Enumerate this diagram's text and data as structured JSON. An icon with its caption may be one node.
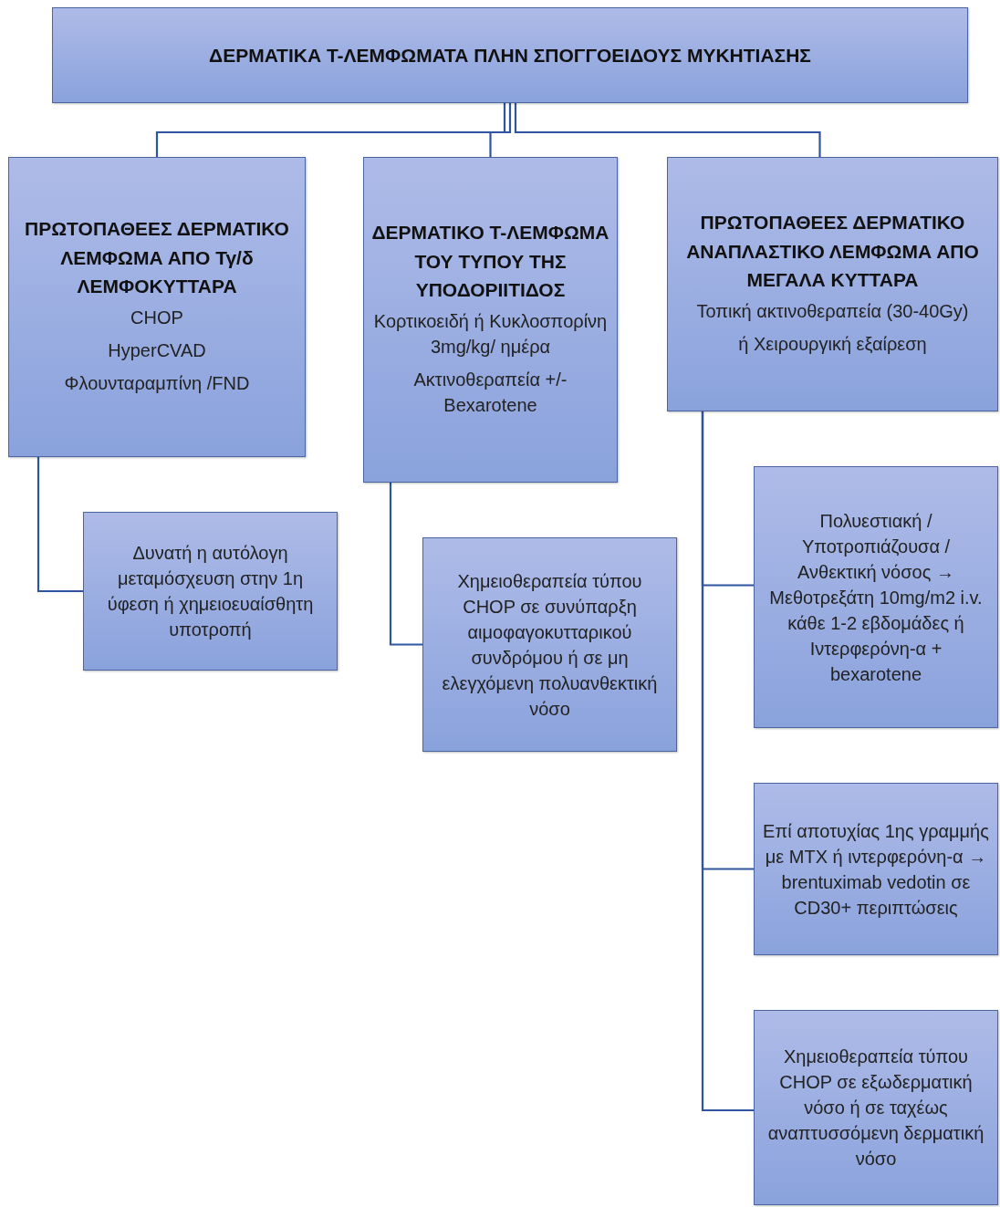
{
  "diagram": {
    "nodes": [
      {
        "text": [
          "ΔΕΡΜΑΤΙΚΑ Τ-ΛΕΜΦΩΜΑΤΑ ΠΛΗΝ ΣΠΟΓΓΟΕΙΔΟΥΣ ΜΥΚΗΤΙΑΣΗΣ"
        ]
      },
      {
        "text": [
          "ΠΡΩΤΟΠΑΘΕΕΣ ΔΕΡΜΑΤΙΚΟ ΛΕΜΦΩΜΑ ΑΠΟ Τγ/δ ΛΕΜΦΟΚΥΤΤΑΡΑ",
          "CHOP",
          "HyperCVAD",
          "Φλουνταραμπίνη /FND"
        ]
      },
      {
        "text": [
          "ΔΕΡΜΑΤΙΚΟ Τ-ΛΕΜΦΩΜΑ ΤΟΥ ΤΥΠΟΥ ΤΗΣ ΥΠΟΔΟΡΙΙΤΙΔΟΣ",
          "Κορτικοειδή ή Κυκλοσπορίνη 3mg/kg/ ημέρα",
          "Ακτινοθεραπεία +/- Bexarotene"
        ]
      },
      {
        "text": [
          "ΠΡΩΤΟΠΑΘΕΕΣ ΔΕΡΜΑΤΙΚΟ ΑΝΑΠΛΑΣΤΙΚΟ ΛΕΜΦΩΜΑ ΑΠΟ ΜΕΓΑΛΑ ΚΥΤΤΑΡΑ",
          "Τοπική ακτινοθεραπεία (30-40Gy)",
          "ή Χειρουργική εξαίρεση"
        ]
      },
      {
        "text": [
          "Δυνατή η αυτόλογη μεταμόσχευση στην 1η ύφεση ή χημειοευαίσθητη υποτροπή"
        ]
      },
      {
        "text": [
          "Χημειοθεραπεία τύπου CHOP σε συνύπαρξη αιμοφαγοκυτταρικού συνδρόμου ή σε μη ελεγχόμενη πολυανθεκτική νόσο"
        ]
      },
      {
        "text": [
          "Πολυεστιακή / Υποτροπιάζουσα / Ανθεκτική νόσος → Μεθοτρεξάτη 10mg/m2 i.v. κάθε 1-2 εβδομάδες ή Ιντερφερόνη-α + bexarotene"
        ]
      },
      {
        "text": [
          "Επί αποτυχίας 1ης γραμμής με MTX ή ιντερφερόνη-α → brentuximab vedotin σε CD30+ περιπτώσεις"
        ]
      },
      {
        "text": [
          "Χημειοθεραπεία τύπου CHOP σε εξωδερματική νόσο ή σε ταχέως αναπτυσσόμενη δερματική νόσο"
        ]
      }
    ],
    "edges": [
      {
        "from": 0,
        "to": 1,
        "arrow": "none"
      },
      {
        "from": 0,
        "to": 2,
        "arrow": "none"
      },
      {
        "from": 0,
        "to": 3,
        "arrow": "none"
      },
      {
        "from": 1,
        "to": 4,
        "arrow": "none"
      },
      {
        "from": 2,
        "to": 5,
        "arrow": "none"
      },
      {
        "from": 3,
        "to": 6,
        "arrow": "none"
      },
      {
        "from": 3,
        "to": 7,
        "arrow": "none"
      },
      {
        "from": 3,
        "to": 8,
        "arrow": "none"
      }
    ]
  }
}
